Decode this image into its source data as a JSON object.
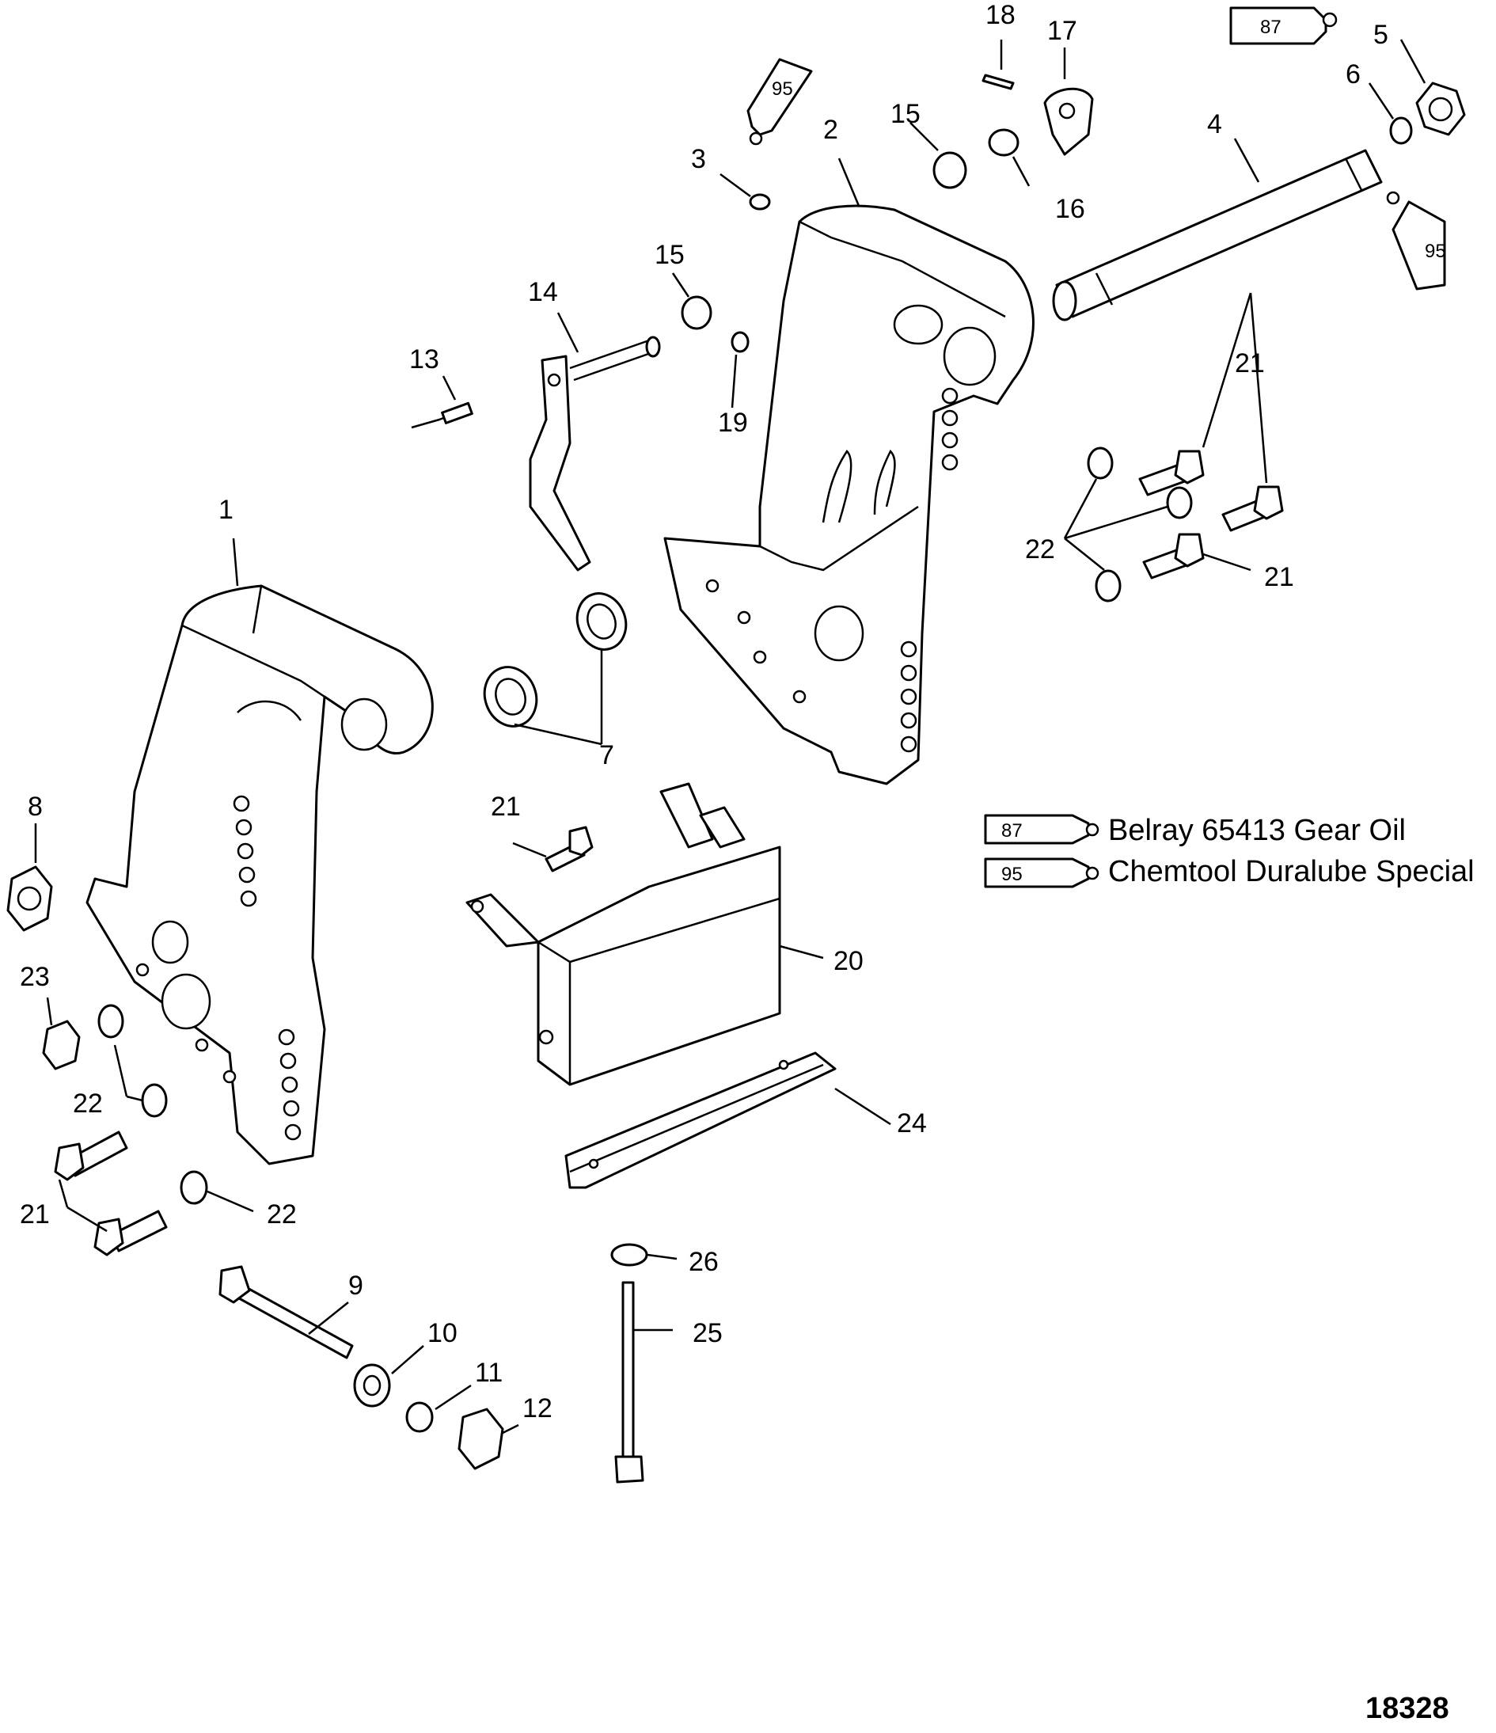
{
  "parts": [
    {
      "number": "1"
    },
    {
      "number": "2"
    },
    {
      "number": "3"
    },
    {
      "number": "4"
    },
    {
      "number": "5"
    },
    {
      "number": "6"
    },
    {
      "number": "7"
    },
    {
      "number": "8"
    },
    {
      "number": "9"
    },
    {
      "number": "10"
    },
    {
      "number": "11"
    },
    {
      "number": "12"
    },
    {
      "number": "13"
    },
    {
      "number": "14"
    },
    {
      "number": "15"
    },
    {
      "number": "15"
    },
    {
      "number": "16"
    },
    {
      "number": "17"
    },
    {
      "number": "18"
    },
    {
      "number": "19"
    },
    {
      "number": "20"
    },
    {
      "number": "21"
    },
    {
      "number": "21"
    },
    {
      "number": "21"
    },
    {
      "number": "21"
    },
    {
      "number": "22"
    },
    {
      "number": "22"
    },
    {
      "number": "22"
    },
    {
      "number": "23"
    },
    {
      "number": "24"
    },
    {
      "number": "25"
    },
    {
      "number": "26"
    }
  ],
  "lubricant_tubes": [
    {
      "code": "87"
    },
    {
      "code": "95"
    },
    {
      "code": "95"
    }
  ],
  "legend": [
    {
      "code": "87",
      "text": "Belray 65413 Gear Oil"
    },
    {
      "code": "95",
      "text": "Chemtool Duralube Special"
    }
  ],
  "figure_number": "18328"
}
